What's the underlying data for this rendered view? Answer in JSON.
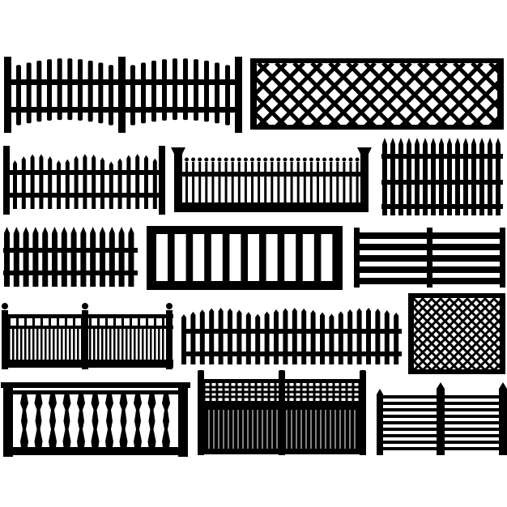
{
  "canvas": {
    "background": "#ffffff",
    "ink": "#000000"
  },
  "fences": [
    {
      "name": "arched-picket-fence-with-posts"
    },
    {
      "name": "diagonal-lattice-fence"
    },
    {
      "name": "scalloped-picket-fence"
    },
    {
      "name": "finial-spike-fence-with-posts"
    },
    {
      "name": "tall-pointed-picket-fence"
    },
    {
      "name": "short-pointed-picket-fence"
    },
    {
      "name": "framed-vertical-bar-panel"
    },
    {
      "name": "horizontal-board-fence"
    },
    {
      "name": "finial-post-railing-fence"
    },
    {
      "name": "wavy-top-picket-fence"
    },
    {
      "name": "square-lattice-panel"
    },
    {
      "name": "baluster-railing"
    },
    {
      "name": "lattice-top-privacy-fence"
    },
    {
      "name": "horizontal-slat-fence-with-posts"
    }
  ]
}
